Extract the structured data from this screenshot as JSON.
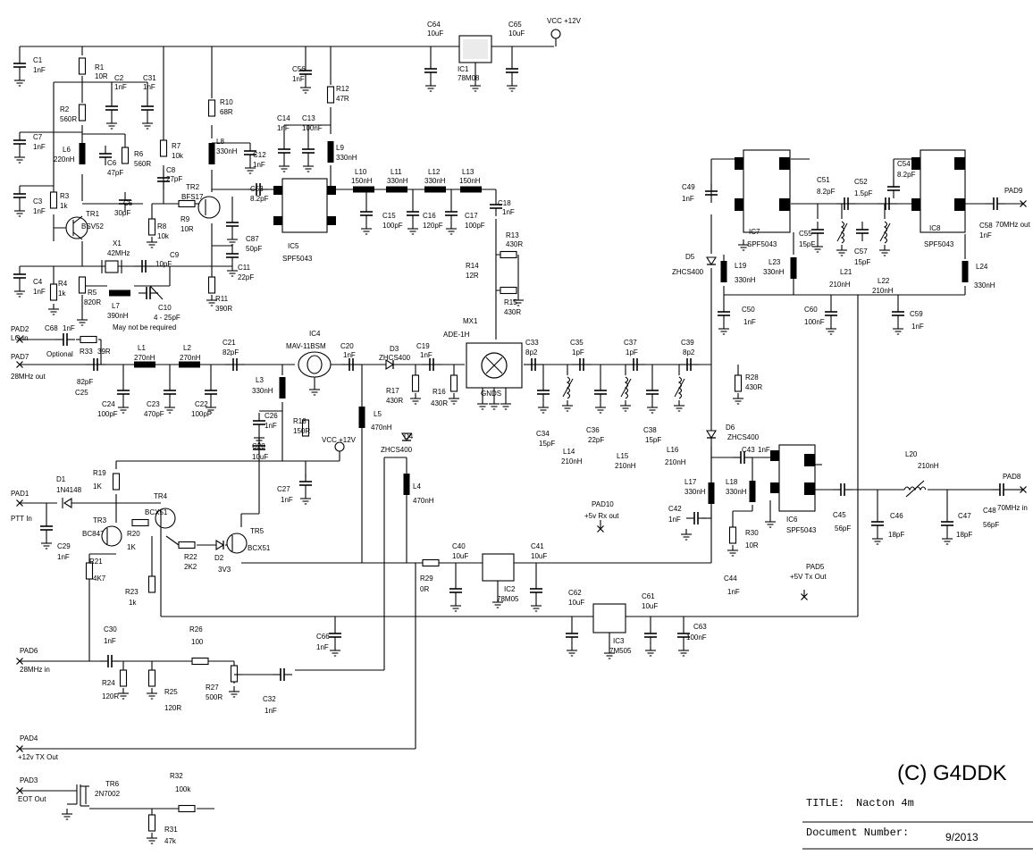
{
  "copyright": "(C) G4DDK",
  "title_block": {
    "title_label": "TITLE:",
    "title_value": "Nacton 4m",
    "docnum_label": "Document Number:",
    "docnum_value": "9/2013"
  },
  "nets": {
    "vcc_top": "VCC +12V",
    "vcc_mid": "VCC +12V"
  },
  "pads": {
    "pad1": "PAD1",
    "pad1_name": "PTT In",
    "pad2": "PAD2",
    "pad2_name": "LO In",
    "pad3": "PAD3",
    "pad3_name": "EOT Out",
    "pad4": "PAD4",
    "pad4_name": "+12v TX Out",
    "pad5": "PAD5",
    "pad5_name": "+5V Tx Out",
    "pad6": "PAD6",
    "pad6_name": "28MHz in",
    "pad7": "PAD7",
    "pad7_name": "28MHz out",
    "pad8": "PAD8",
    "pad8_name": "70MHz in",
    "pad9": "PAD9",
    "pad9_name": "70MHz out",
    "pad10": "PAD10",
    "pad10_name": "+5v Rx out"
  },
  "notes": {
    "optional": "Optional",
    "not_required": "May not be required",
    "gnds": "GNDS"
  },
  "components": {
    "C1": "C1",
    "C1v": "1nF",
    "R1": "R1",
    "R1v": "10R",
    "C2": "C2",
    "C2v": "1nF",
    "C31": "C31",
    "C31v": "1nF",
    "R10": "R10",
    "R10v": "68R",
    "C56": "C56",
    "C56v": "1nF",
    "R12": "R12",
    "R12v": "47R",
    "C64": "C64",
    "C64v": "10uF",
    "IC1": "IC1",
    "IC1v": "78M08",
    "C65": "C65",
    "C65v": "10uF",
    "R2": "R2",
    "R2v": "560R",
    "C7": "C7",
    "C7v": "1nF",
    "L6": "L6",
    "L6v": "220nH",
    "C6": "C6",
    "C6v": "47pF",
    "R6": "R6",
    "R6v": "560R",
    "R7": "R7",
    "R7v": "10k",
    "C8": "C8",
    "C8v": "27pF",
    "L8": "L8",
    "L8v": "330nH",
    "C12": "C12",
    "C12v": "1nF",
    "C14": "C14",
    "C14v": "1nF",
    "C13": "C13",
    "C13v": "100nF",
    "L9": "L9",
    "L9v": "330nH",
    "C3": "C3",
    "C3v": "1nF",
    "R3": "R3",
    "R3v": "1k",
    "TR1": "TR1",
    "TR1v": "BSV52",
    "C5": "C5",
    "C5v": "30pF",
    "R8": "R8",
    "R8v": "10k",
    "R9": "R9",
    "R9v": "10R",
    "TR2": "TR2",
    "TR2v": "BFS17",
    "C53": "C53",
    "C53v": "8.2pF",
    "IC5": "IC5",
    "IC5v": "SPF5043",
    "C87": "C87",
    "C87v": "50pF",
    "X1": "X1",
    "X1v": "42MHz",
    "C9": "C9",
    "C9v": "10pF",
    "C11": "C11",
    "C11v": "22pF",
    "L10": "L10",
    "L10v": "150nH",
    "L11": "L11",
    "L11v": "330nH",
    "L12": "L12",
    "L12v": "330nH",
    "L13": "L13",
    "L13v": "150nH",
    "C15": "C15",
    "C15v": "100pF",
    "C16": "C16",
    "C16v": "120pF",
    "C17": "C17",
    "C17v": "100pF",
    "C18": "C18",
    "C18v": "1nF",
    "C4": "C4",
    "C4v": "1nF",
    "R4": "R4",
    "R4v": "1k",
    "R5": "R5",
    "R5v": "820R",
    "L7": "L7",
    "L7v": "390nH",
    "C10": "C10",
    "C10v": "4 - 25pF",
    "R11": "R11",
    "R11v": "390R",
    "R13": "R13",
    "R13v": "430R",
    "R14": "R14",
    "R14v": "12R",
    "R15": "R15",
    "R15v": "430R",
    "C68": "C68",
    "C68v": "1nF",
    "R33": "R33",
    "R33v": "39R",
    "L1": "L1",
    "L1v": "270nH",
    "L2": "L2",
    "L2v": "270nH",
    "C21": "C21",
    "C21v": "82pF",
    "IC4": "IC4",
    "IC4v": "MAV-11BSM",
    "C20": "C20",
    "C20v": "1nF",
    "D3": "D3",
    "D3v": "ZHCS400",
    "C19": "C19",
    "C19v": "1nF",
    "MX1": "MX1",
    "MX1v": "ADE-1H",
    "C33": "C33",
    "C33v": "8p2",
    "C35": "C35",
    "C35v": "1pF",
    "C37": "C37",
    "C37v": "1pF",
    "C39": "C39",
    "C39v": "8p2",
    "R28": "R28",
    "R28v": "430R",
    "C25": "C25",
    "C25v": "82pF",
    "C24": "C24",
    "C24v": "100pF",
    "C23": "C23",
    "C23v": "470pF",
    "C22": "C22",
    "C22v": "100pF",
    "L3": "L3",
    "L3v": "330nH",
    "C26": "C26",
    "C26v": "1nF",
    "R18": "R18",
    "R18v": "150R",
    "L5": "L5",
    "L5v": "470nH",
    "R17": "R17",
    "R17v": "430R",
    "R16": "R16",
    "R16v": "430R",
    "C34": "C34",
    "C34v": "15pF",
    "L14": "L14",
    "L14v": "210nH",
    "C36": "C36",
    "C36v": "22pF",
    "L15": "L15",
    "L15v": "210nH",
    "C38": "C38",
    "C38v": "15pF",
    "L16": "L16",
    "L16v": "210nH",
    "C28": "C28",
    "C28v": "10uF",
    "C27": "C27",
    "C27v": "1nF",
    "D4": "D4",
    "D4v": "ZHCS400",
    "L4": "L4",
    "L4v": "470nH",
    "R19": "R19",
    "R19v": "1K",
    "D1": "D1",
    "D1v": "1N4148",
    "TR4": "TR4",
    "TR4v": "BCX51",
    "TR3": "TR3",
    "TR3v": "BC847",
    "R20": "R20",
    "R20v": "1K",
    "R22": "R22",
    "R22v": "2K2",
    "D2": "D2",
    "D2v": "3V3",
    "TR5": "TR5",
    "TR5v": "BCX51",
    "C29": "C29",
    "C29v": "1nF",
    "R21": "R21",
    "R21v": "4K7",
    "R23": "R23",
    "R23v": "1k",
    "C40": "C40",
    "C40v": "10uF",
    "IC2": "IC2",
    "IC2v": "78M05",
    "C41": "C41",
    "C41v": "10uF",
    "R29": "R29",
    "R29v": "0R",
    "C62": "C62",
    "C62v": "10uF",
    "IC3": "IC3",
    "IC3v": "7M505",
    "C61": "C61",
    "C61v": "10uF",
    "C63": "C63",
    "C63v": "100nF",
    "C66": "C66",
    "C66v": "1nF",
    "C30": "C30",
    "C30v": "1nF",
    "R26": "R26",
    "R26v": "100",
    "R24": "R24",
    "R24v": "120R",
    "R25": "R25",
    "R25v": "120R",
    "R27": "R27",
    "R27v": "500R",
    "C32": "C32",
    "C32v": "1nF",
    "TR6": "TR6",
    "TR6v": "2N7002",
    "R32": "R32",
    "R32v": "100k",
    "R31": "R31",
    "R31v": "47k",
    "C49": "C49",
    "C49v": "1nF",
    "IC7": "IC7",
    "IC7v": "SPF5043",
    "C51": "C51",
    "C51v": "8.2pF",
    "C52": "C52",
    "C52v": "1.5pF",
    "C54": "C54",
    "C54v": "8.2pF",
    "IC8": "IC8",
    "IC8v": "SPF5043",
    "C58": "C58",
    "C58v": "1nF",
    "D5": "D5",
    "D5v": "ZHCS400",
    "L19": "L19",
    "L19v": "330nH",
    "L23": "L23",
    "L23v": "330nH",
    "C55": "C55",
    "C55v": "15pF",
    "L21": "L21",
    "L21v": "210nH",
    "C57": "C57",
    "C57v": "15pF",
    "L22": "L22",
    "L22v": "210nH",
    "L24": "L24",
    "L24v": "330nH",
    "C50": "C50",
    "C50v": "1nF",
    "C60": "C60",
    "C60v": "100nF",
    "C59": "C59",
    "C59v": "1nF",
    "D6": "D6",
    "D6v": "ZHCS400",
    "C43": "C43",
    "C43v": "1nF",
    "IC6": "IC6",
    "IC6v": "SPF5043",
    "L20": "L20",
    "L20v": "210nH",
    "L17": "L17",
    "L17v": "330nH",
    "L18": "L18",
    "L18v": "330nH",
    "C42": "C42",
    "C42v": "1nF",
    "R30": "R30",
    "R30v": "10R",
    "C45": "C45",
    "C45v": "56pF",
    "C46": "C46",
    "C46v": "18pF",
    "C47": "C47",
    "C47v": "18pF",
    "C48": "C48",
    "C48v": "56pF",
    "C44": "C44",
    "C44v": "1nF"
  }
}
